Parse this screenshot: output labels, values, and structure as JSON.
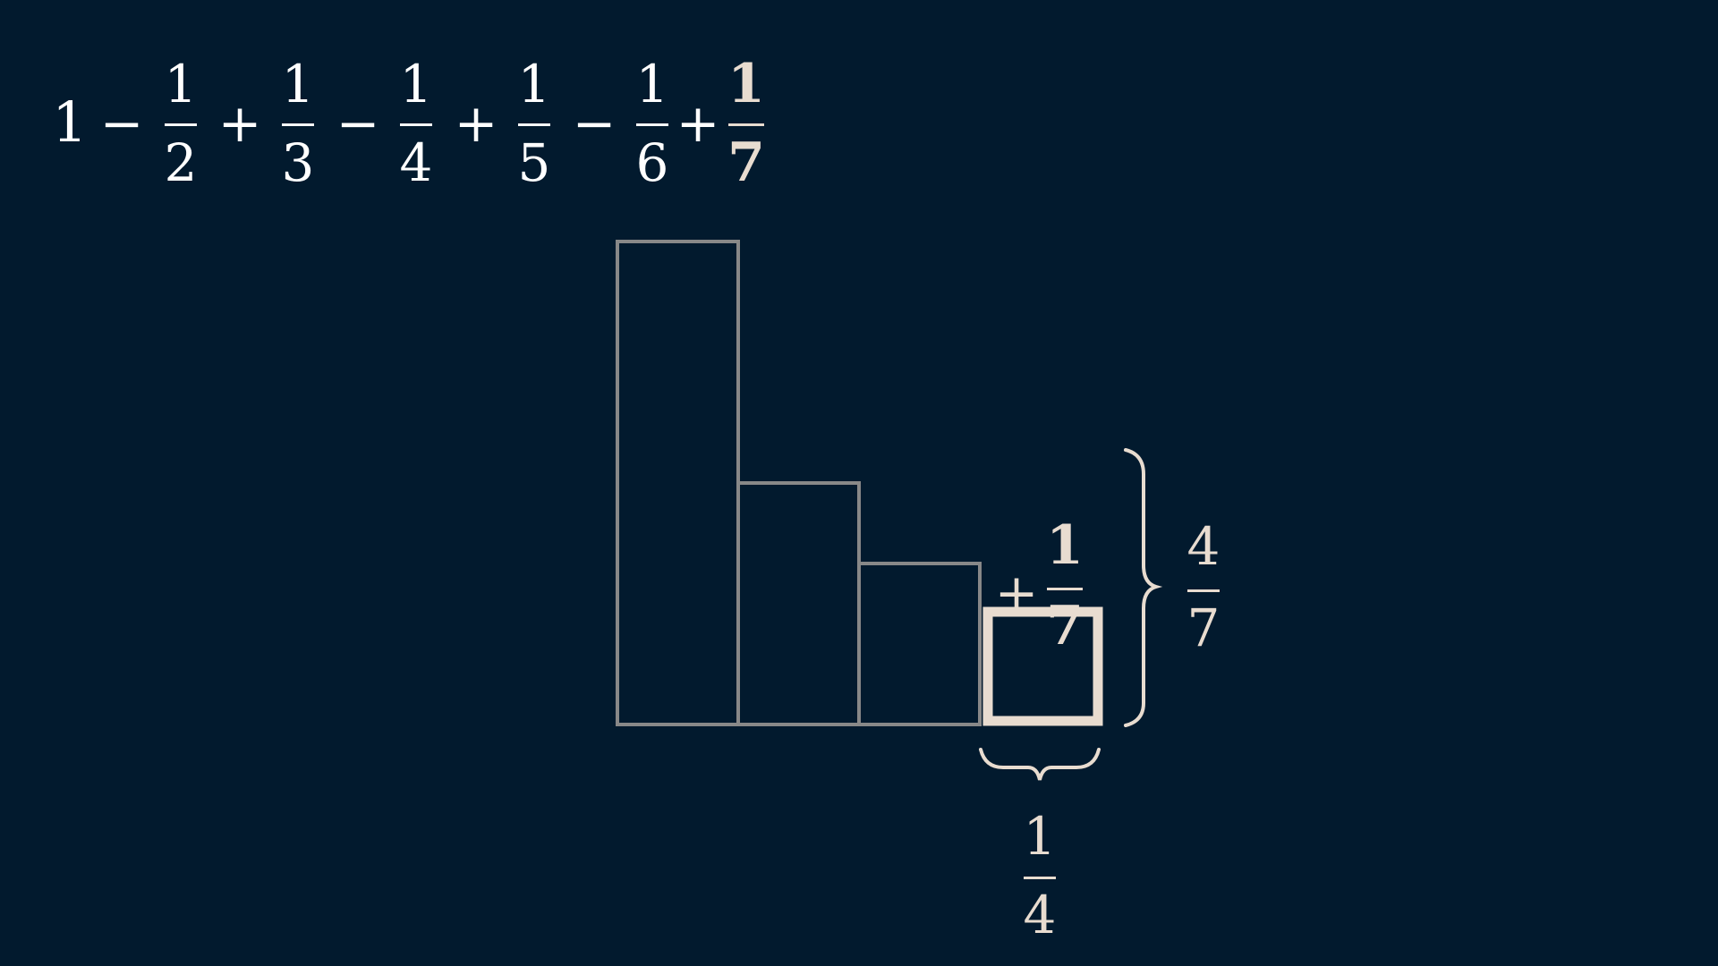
{
  "colors": {
    "background": "#021a2e",
    "text": "#ffffff",
    "highlight": "#e8dcd0",
    "bar_outline": "#888888"
  },
  "series": {
    "lead": "1",
    "terms": [
      {
        "sign": "−",
        "numerator": "1",
        "denominator": "2",
        "highlight": false
      },
      {
        "sign": "+",
        "numerator": "1",
        "denominator": "3",
        "highlight": false
      },
      {
        "sign": "−",
        "numerator": "1",
        "denominator": "4",
        "highlight": false
      },
      {
        "sign": "+",
        "numerator": "1",
        "denominator": "5",
        "highlight": false
      },
      {
        "sign": "−",
        "numerator": "1",
        "denominator": "6",
        "highlight": false
      },
      {
        "sign": "+",
        "numerator": "1",
        "denominator": "7",
        "highlight": true
      }
    ]
  },
  "diagram": {
    "bars": [
      {
        "value_num": 1,
        "value_den": 1,
        "highlight": false
      },
      {
        "value_num": 1,
        "value_den": 2,
        "highlight": false
      },
      {
        "value_num": 1,
        "value_den": 3,
        "highlight": false
      },
      {
        "value_num": 1,
        "value_den": 4,
        "highlight": true
      }
    ],
    "highlight_label": {
      "sign": "+",
      "numerator": "1",
      "denominator": "7"
    },
    "height_label": {
      "numerator": "4",
      "denominator": "7"
    },
    "width_label": {
      "numerator": "1",
      "denominator": "4"
    }
  }
}
